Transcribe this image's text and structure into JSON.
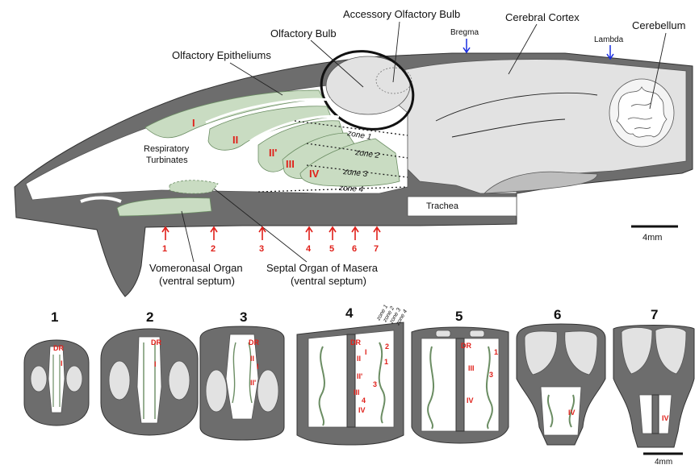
{
  "labels": {
    "accessory_olfactory_bulb": "Accessory Olfactory Bulb",
    "cerebral_cortex": "Cerebral Cortex",
    "olfactory_bulb": "Olfactory Bulb",
    "bregma": "Bregma",
    "lambda": "Lambda",
    "cerebellum": "Cerebellum",
    "olfactory_epitheliums": "Olfactory Epitheliums",
    "respiratory_turbinates_1": "Respiratory",
    "respiratory_turbinates_2": "Turbinates",
    "trachea": "Trachea",
    "vomeronasal_1": "Vomeronasal Organ",
    "vomeronasal_2": "(ventral septum)",
    "septal_1": "Septal Organ of Masera",
    "septal_2": "(ventral septum)",
    "scale_bar_top": "4mm",
    "scale_bar_bottom": "4mm"
  },
  "zones": [
    "zone 1",
    "zone 2",
    "zone 3",
    "zone 4"
  ],
  "turbinates": [
    "I",
    "II",
    "II'",
    "III",
    "IV"
  ],
  "section_arrows": [
    "1",
    "2",
    "3",
    "4",
    "5",
    "6",
    "7"
  ],
  "sections": [
    {
      "number": "1",
      "labels": [
        "DR",
        "I"
      ]
    },
    {
      "number": "2",
      "labels": [
        "DR",
        "I"
      ]
    },
    {
      "number": "3",
      "labels": [
        "DR",
        "II",
        "I",
        "II'"
      ]
    },
    {
      "number": "4",
      "labels": [
        "DR",
        "I",
        "2",
        "II",
        "1",
        "II'",
        "3",
        "III",
        "4",
        "IV"
      ],
      "zones": [
        "zone 1",
        "zone 2",
        "zone 3",
        "zone 4"
      ]
    },
    {
      "number": "5",
      "labels": [
        "DR",
        "1",
        "III",
        "3",
        "IV"
      ]
    },
    {
      "number": "6",
      "labels": [
        "IV"
      ]
    },
    {
      "number": "7",
      "labels": [
        "IV"
      ]
    }
  ],
  "colors": {
    "tissue_dark": "#6d6d6d",
    "tissue_light": "#e2e2e2",
    "epithelium_green": "#c9dcc2",
    "label_red": "#e0201a",
    "arrow_blue": "#1a2ee0"
  }
}
